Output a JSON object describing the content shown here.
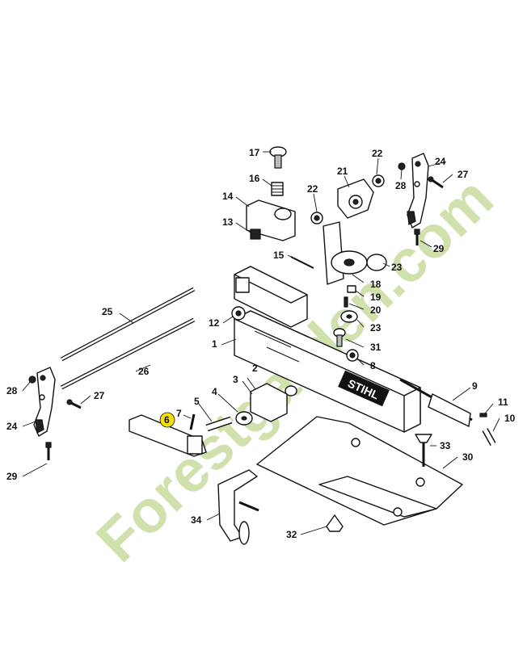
{
  "brand": {
    "logo_text": "STIHL"
  },
  "watermark": {
    "text": "Forestgarden.com",
    "color_main": "#c9dca0",
    "color_alt": "#f3c89a"
  },
  "callouts": {
    "c1": "1",
    "c2": "2",
    "c3": "3",
    "c4": "4",
    "c5": "5",
    "c6": "6",
    "c7": "7",
    "c8": "8",
    "c9": "9",
    "c10": "10",
    "c11": "11",
    "c12": "12",
    "c13": "13",
    "c14": "14",
    "c15": "15",
    "c16": "16",
    "c17": "17",
    "c18": "18",
    "c19": "19",
    "c20": "20",
    "c21": "21",
    "c22a": "22",
    "c22b": "22",
    "c23a": "23",
    "c23b": "23",
    "c24a": "24",
    "c24b": "24",
    "c25": "25",
    "c26": "26",
    "c27a": "27",
    "c27b": "27",
    "c28a": "28",
    "c28b": "28",
    "c29a": "29",
    "c29b": "29",
    "c30": "30",
    "c31": "31",
    "c32": "32",
    "c33": "33",
    "c34": "34"
  },
  "highlight": {
    "color": "#f5e000"
  }
}
